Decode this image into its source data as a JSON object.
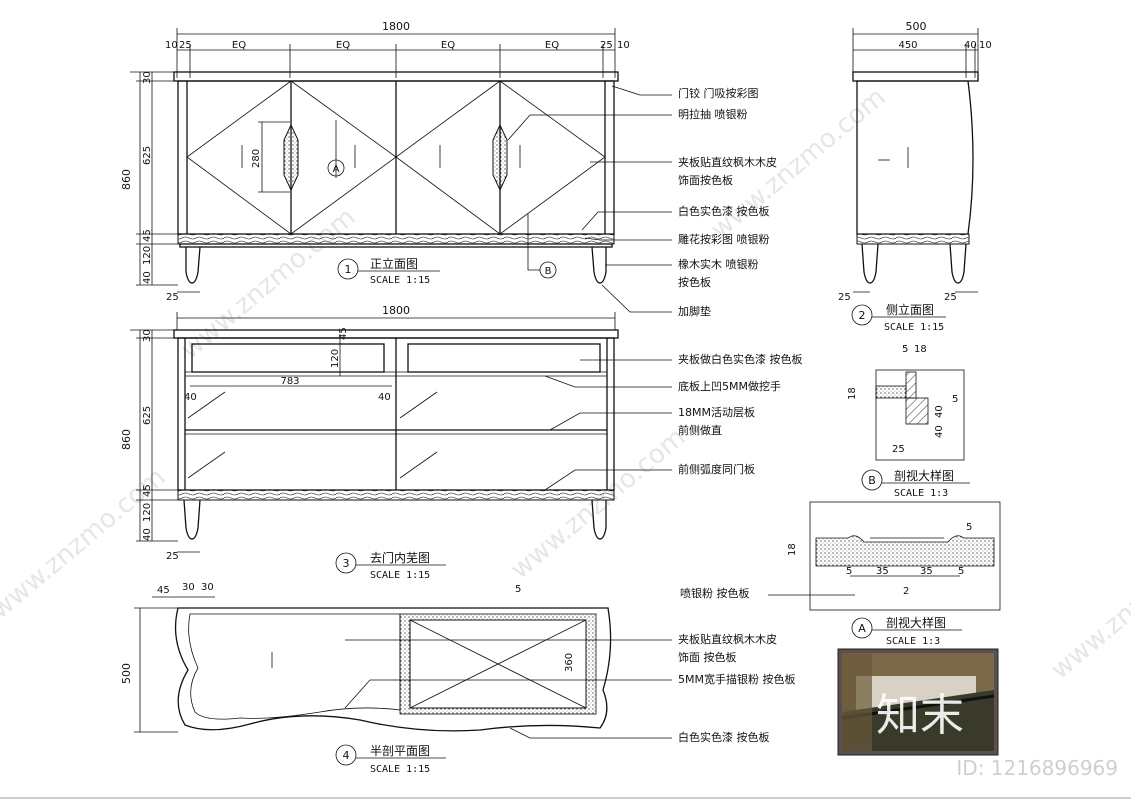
{
  "elevation": {
    "overall_width": "1800",
    "dims_top": [
      "10",
      "25",
      "EQ",
      "EQ",
      "EQ",
      "EQ",
      "25",
      "10"
    ],
    "dims_left": [
      "30",
      "625",
      "860",
      "45",
      "120",
      "40"
    ],
    "dim_25": "25",
    "handle_height": "280",
    "marker_a": "A",
    "marker_b": "B",
    "title_no": "1",
    "title": "正立面图",
    "scale": "SCALE 1:15"
  },
  "side": {
    "overall_width": "500",
    "dims_top": [
      "450",
      "40",
      "10"
    ],
    "dim_left_25": "25",
    "dim_right_25": "25",
    "title_no": "2",
    "title": "侧立面图",
    "scale": "SCALE 1:15"
  },
  "interior": {
    "overall_width": "1800",
    "dim_45": "45",
    "dim_120": "120",
    "dim_783": "783",
    "dim_40_left": "40",
    "dim_40_right": "40",
    "dims_left": [
      "30",
      "625",
      "860",
      "45",
      "120",
      "40"
    ],
    "dim_25": "25",
    "title_no": "3",
    "title": "去门内芜图",
    "scale": "SCALE 1:15"
  },
  "plan": {
    "dims_top": [
      "45",
      "30",
      "30"
    ],
    "dim_5": "5",
    "dim_500": "500",
    "dim_360": "360",
    "title_no": "4",
    "title": "半剖平面图",
    "scale": "SCALE 1:15"
  },
  "detail_b": {
    "dims": [
      "5",
      "18",
      "18",
      "5",
      "40",
      "40",
      "25"
    ],
    "title_no": "B",
    "title": "剖视大样图",
    "scale": "SCALE 1:3"
  },
  "detail_a": {
    "dims": [
      "18",
      "5",
      "35",
      "35",
      "5",
      "5",
      "2"
    ],
    "title_no": "A",
    "title": "剖视大样图",
    "scale": "SCALE 1:3"
  },
  "annotations": [
    "门铰 门吸按彩图",
    "明拉抽 喷银粉",
    "夹板贴直纹枫木木皮",
    "饰面按色板",
    "白色实色漆 按色板",
    "雕花按彩图 喷银粉",
    "橡木实木 喷银粉",
    "按色板",
    "加脚垫",
    "夹板做白色实色漆 按色板",
    "底板上凹5MM做挖手",
    "18MM活动层板",
    "前侧做直",
    "前侧弧度同门板",
    "喷银粉 按色板",
    "夹板贴直纹枫木木皮",
    "饰面 按色板",
    "5MM宽手描银粉 按色板",
    "白色实色漆 按色板"
  ],
  "watermark": {
    "logo": "知末",
    "site": "www.znzmo.com",
    "id_text": "ID: 1216896969"
  },
  "colors": {
    "line": "#111111",
    "watermark": "#e6e6e6",
    "photo_frame": "#5a5050"
  }
}
